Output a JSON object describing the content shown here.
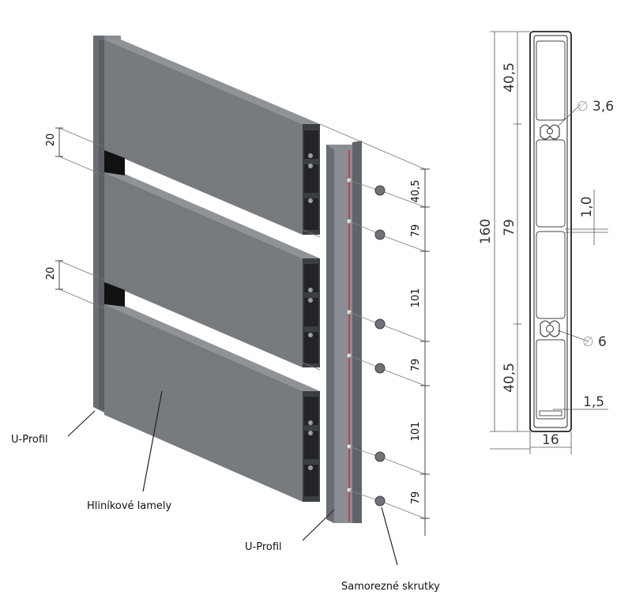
{
  "labels": {
    "u_profil_left": "U-Profil",
    "lamely": "Hliníkové lamely",
    "u_profil_right": "U-Profil",
    "skrutky": "Samorezné skrutky"
  },
  "left_dims": {
    "gap_top": "20",
    "gap_bottom": "20"
  },
  "screw_dims": [
    "40,5",
    "79",
    "101",
    "79",
    "101",
    "79"
  ],
  "section_dims": {
    "total_height": "160",
    "top": "40,5",
    "middle": "79",
    "bottom": "40,5",
    "wall": "1,0",
    "hole_top": "3,6",
    "hole_bottom": "6",
    "edge": "1,5",
    "width": "16"
  },
  "colors": {
    "metal_dark": "#56595d",
    "metal_mid": "#74777b",
    "metal_light": "#8f9296",
    "accent_line": "#d62020"
  }
}
